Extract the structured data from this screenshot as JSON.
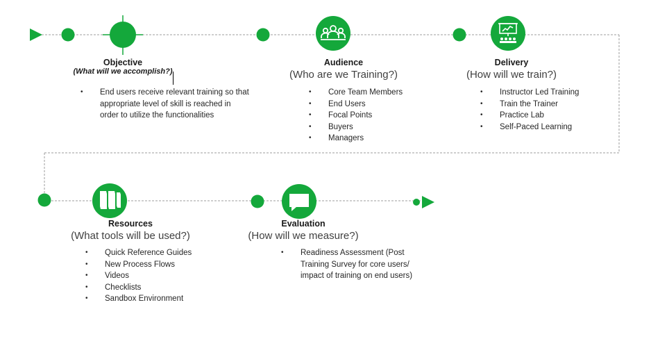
{
  "colors": {
    "green": "#14a83b",
    "line": "#9e9e9e",
    "white": "#ffffff"
  },
  "stages": [
    {
      "key": "objective",
      "icon": "crosshair-icon",
      "title": "Objective",
      "subtitle": "(What will we accomplish?)",
      "items": [
        "End users receive relevant training so that appropriate level of skill is reached in order to utilize the functionalities"
      ]
    },
    {
      "key": "audience",
      "icon": "group-icon",
      "title": "Audience",
      "subtitle": "(Who are we Training?)",
      "items": [
        "Core Team  Members",
        "End Users",
        "Focal Points",
        "Buyers",
        "Managers"
      ]
    },
    {
      "key": "delivery",
      "icon": "presentation-icon",
      "title": "Delivery",
      "subtitle": "(How will we train?)",
      "items": [
        "Instructor Led Training",
        "Train the Trainer",
        "Practice Lab",
        "Self-Paced Learning"
      ]
    },
    {
      "key": "resources",
      "icon": "documents-icon",
      "title": "Resources",
      "subtitle": "(What tools will be used?)",
      "items": [
        "Quick Reference  Guides",
        "New Process Flows",
        "Videos",
        "Checklists",
        "Sandbox Environment"
      ]
    },
    {
      "key": "evaluation",
      "icon": "speech-bubble-icon",
      "title": "Evaluation",
      "subtitle": "(How will we measure?)",
      "items": [
        "Readiness  Assessment  (Post Training Survey for core users/ impact of training on end users)"
      ]
    }
  ]
}
